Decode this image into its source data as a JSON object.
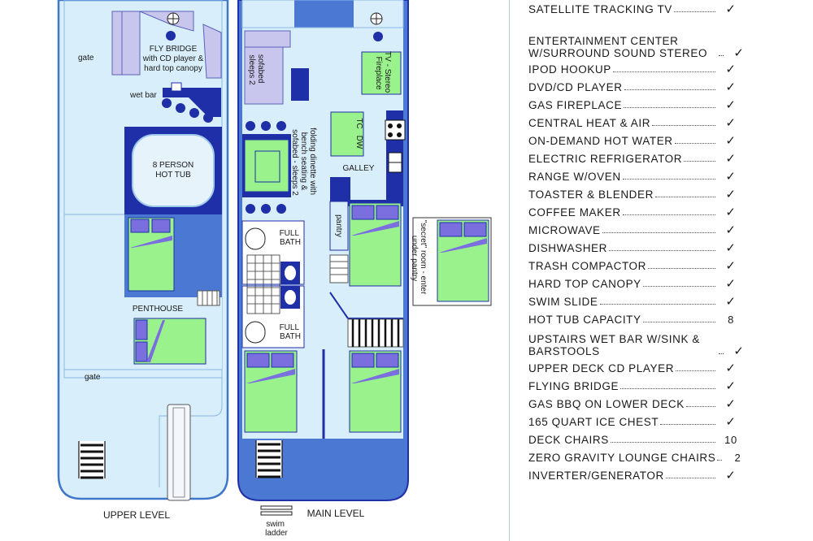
{
  "plan": {
    "upper_level": {
      "title": "UPPER LEVEL",
      "fly_bridge": [
        "FLY BRIDGE",
        "with CD player &",
        "hard top canopy"
      ],
      "gate_top": "gate",
      "wet_bar": "wet bar",
      "hot_tub": [
        "8 PERSON",
        "HOT TUB"
      ],
      "penthouse": "PENTHOUSE",
      "gate_bottom": "gate"
    },
    "main_level": {
      "title": "MAIN LEVEL",
      "sofabed": [
        "sofabed",
        "sleeps 2"
      ],
      "tv": [
        "TV - Stereo",
        "Fireplace"
      ],
      "dinette": [
        "folding dinette with",
        "bench seating &",
        "sofabed - sleeps 2"
      ],
      "dw": "DW",
      "tc": "TC",
      "galley": "GALLEY",
      "pantry": "pantry",
      "full_bath_top": [
        "FULL",
        "BATH"
      ],
      "full_bath_bottom": [
        "FULL",
        "BATH"
      ],
      "secret_room": [
        "\"secret\" room - enter",
        "under pantry"
      ],
      "swim_ladder": [
        "swim",
        "ladder"
      ]
    }
  },
  "features": [
    {
      "name": "Satellite Tracking TV",
      "value": "✓",
      "check": true
    },
    {
      "name": "Entertainment Center w/Surround Sound Stereo",
      "value": "✓",
      "check": true
    },
    {
      "name": "iPod Hookup",
      "value": "✓",
      "check": true
    },
    {
      "name": "DVD/CD Player",
      "value": "✓",
      "check": true
    },
    {
      "name": "Gas Fireplace",
      "value": "✓",
      "check": true
    },
    {
      "name": "Central Heat & Air",
      "value": "✓",
      "check": true
    },
    {
      "name": "On-Demand Hot Water",
      "value": "✓",
      "check": true
    },
    {
      "name": "Electric Refrigerator",
      "value": "✓",
      "check": true
    },
    {
      "name": "Range w/Oven",
      "value": "✓",
      "check": true
    },
    {
      "name": "Toaster & Blender",
      "value": "✓",
      "check": true
    },
    {
      "name": "Coffee Maker",
      "value": "✓",
      "check": true
    },
    {
      "name": "Microwave",
      "value": "✓",
      "check": true
    },
    {
      "name": "Dishwasher",
      "value": "✓",
      "check": true
    },
    {
      "name": "Trash Compactor",
      "value": "✓",
      "check": true
    },
    {
      "name": "Hard Top Canopy",
      "value": "✓",
      "check": true
    },
    {
      "name": "Swim Slide",
      "value": "✓",
      "check": true
    },
    {
      "name": "Hot Tub Capacity",
      "value": "8",
      "check": false
    },
    {
      "name": "Upstairs Wet Bar w/Sink & Barstools",
      "value": "✓",
      "check": true
    },
    {
      "name": "Upper Deck CD Player",
      "value": "✓",
      "check": true
    },
    {
      "name": "Flying Bridge",
      "value": "✓",
      "check": true
    },
    {
      "name": "Gas BBQ on Lower Deck",
      "value": "✓",
      "check": true
    },
    {
      "name": "165 Quart Ice Chest",
      "value": "✓",
      "check": true
    },
    {
      "name": "Deck Chairs",
      "value": "10",
      "check": false
    },
    {
      "name": "Zero Gravity Lounge Chairs",
      "value": "2",
      "check": false
    },
    {
      "name": "Inverter/Generator",
      "value": "✓",
      "check": true
    }
  ]
}
